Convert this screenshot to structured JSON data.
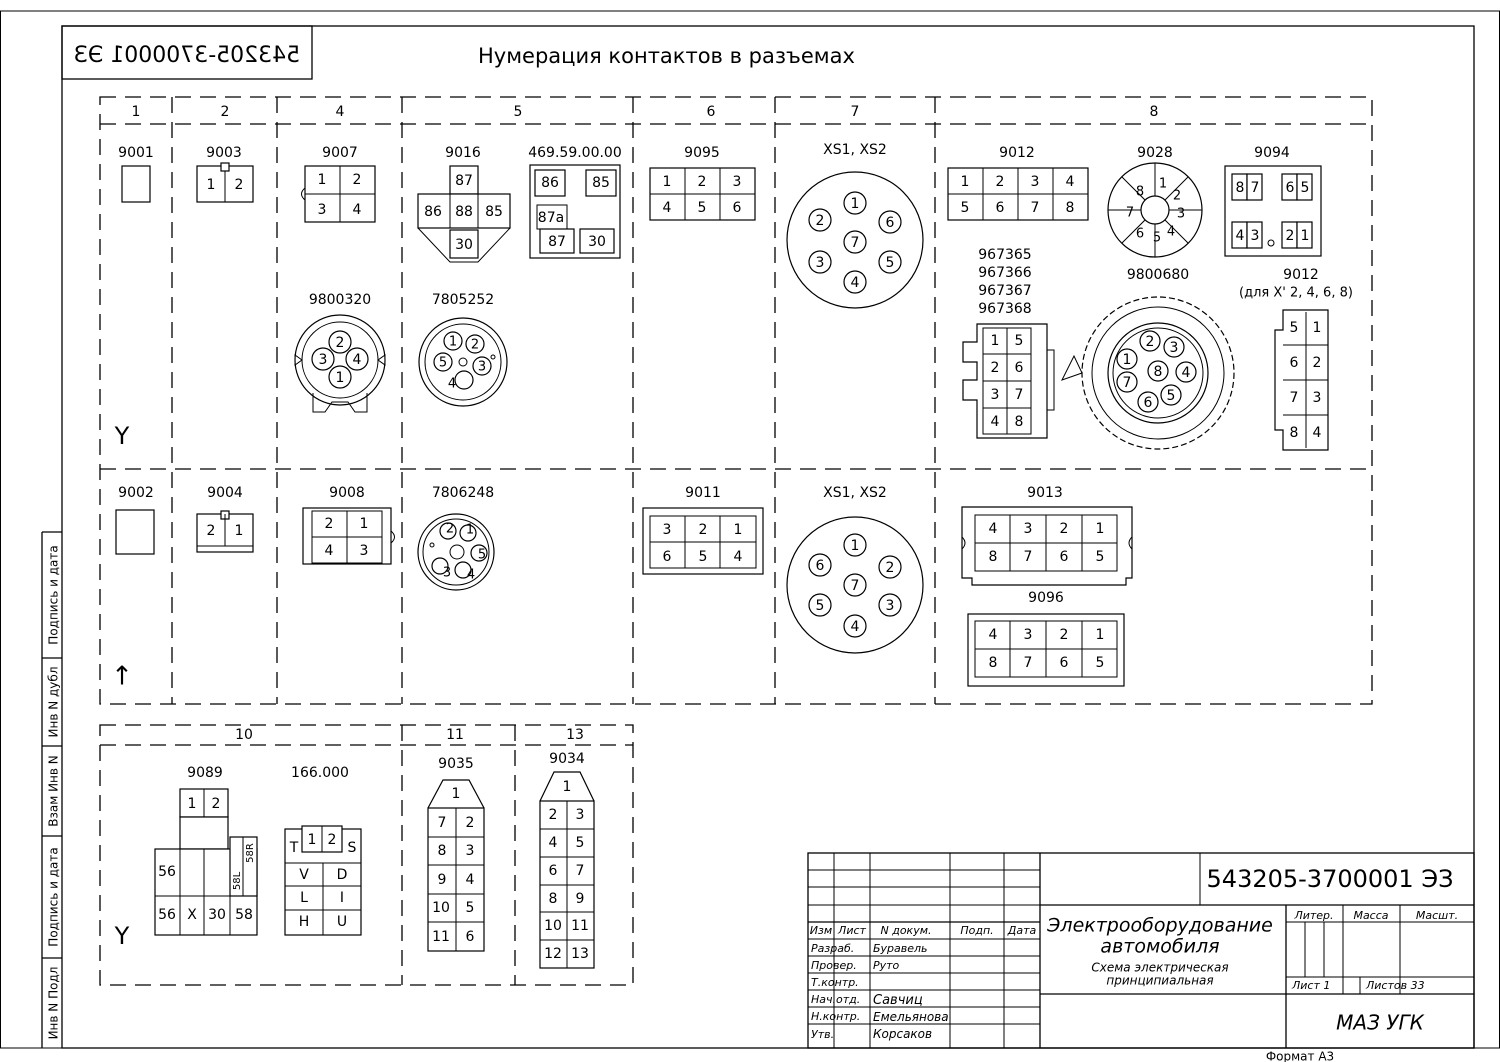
{
  "header": {
    "code_mirrored": "543205-3700001 ЭЗ",
    "title": "Нумерация контактов в разъемах"
  },
  "columns_top": [
    "1",
    "2",
    "4",
    "5",
    "6",
    "7",
    "8"
  ],
  "columns_bottom": [
    "10",
    "11",
    "13"
  ],
  "connectors": {
    "c9001": "9001",
    "c9003": "9003",
    "c9007": "9007",
    "c9016": "9016",
    "c469": "469.59.00.00",
    "c9095": "9095",
    "cXS_top": "XS1, XS2",
    "c9012": "9012",
    "c9028": "9028",
    "c9094": "9094",
    "c967": [
      "967365",
      "967366",
      "967367",
      "967368"
    ],
    "c9800680": "9800680",
    "c9012b": "9012",
    "c9012b_note": "(для X' 2, 4, 6, 8)",
    "c9800320": "9800320",
    "c7805252": "7805252",
    "c9002": "9002",
    "c9004": "9004",
    "c9008": "9008",
    "c7806248": "7806248",
    "c9011": "9011",
    "cXS_bot": "XS1, XS2",
    "c9013": "9013",
    "c9096": "9096",
    "c9089": "9089",
    "c166": "166.000",
    "c9035": "9035",
    "c9034": "9034"
  },
  "pins": {
    "p9003": [
      "1",
      "2"
    ],
    "p9007": [
      "1",
      "2",
      "3",
      "4"
    ],
    "p9016": [
      "87",
      "86",
      "88",
      "85",
      "30"
    ],
    "p469": [
      "86",
      "85",
      "87a",
      "87",
      "30"
    ],
    "p9095": [
      "1",
      "2",
      "3",
      "4",
      "5",
      "6"
    ],
    "pXS_top": [
      "1",
      "2",
      "6",
      "7",
      "3",
      "5",
      "4"
    ],
    "p9012": [
      "1",
      "2",
      "3",
      "4",
      "5",
      "6",
      "7",
      "8"
    ],
    "p9028": [
      "1",
      "2",
      "3",
      "4",
      "5",
      "6",
      "7",
      "8"
    ],
    "p9094": [
      "8",
      "7",
      "6",
      "5",
      "4",
      "3",
      "2",
      "1"
    ],
    "p967": [
      "1",
      "5",
      "2",
      "6",
      "3",
      "7",
      "4",
      "8"
    ],
    "p9800680": [
      "1",
      "2",
      "3",
      "4",
      "5",
      "6",
      "7",
      "8"
    ],
    "p9012b": [
      "5",
      "1",
      "6",
      "2",
      "7",
      "3",
      "8",
      "4"
    ],
    "p9800320": [
      "1",
      "2",
      "3",
      "4"
    ],
    "p7805252": [
      "1",
      "2",
      "3",
      "4",
      "5"
    ],
    "p9004": [
      "2",
      "1"
    ],
    "p9008": [
      "2",
      "1",
      "4",
      "3"
    ],
    "p7806248": [
      "1",
      "2",
      "3",
      "4",
      "5"
    ],
    "p9011": [
      "3",
      "2",
      "1",
      "6",
      "5",
      "4"
    ],
    "pXS_bot": [
      "1",
      "6",
      "2",
      "7",
      "5",
      "3",
      "4"
    ],
    "p9013": [
      "4",
      "3",
      "2",
      "1",
      "8",
      "7",
      "6",
      "5"
    ],
    "p9096": [
      "4",
      "3",
      "2",
      "1",
      "8",
      "7",
      "6",
      "5"
    ],
    "p9089": [
      "1",
      "2",
      "56",
      "56",
      "X",
      "30",
      "58",
      "58L",
      "58R"
    ],
    "p166": [
      "T",
      "1",
      "2",
      "S",
      "V",
      "D",
      "L",
      "I",
      "H",
      "U"
    ],
    "p9035": [
      "1",
      "7",
      "2",
      "8",
      "3",
      "9",
      "4",
      "10",
      "5",
      "11",
      "6"
    ],
    "p9034": [
      "1",
      "2",
      "3",
      "4",
      "5",
      "6",
      "7",
      "8",
      "9",
      "10",
      "11",
      "12",
      "13"
    ]
  },
  "symbols": {
    "y_top": "Y",
    "arrow": "↑",
    "y_bottom": "Y"
  },
  "side_stamp": [
    "Инв N Подл",
    "Подпись и дата",
    "Взам Инв N",
    "Инв N дубл",
    "Подпись и дата"
  ],
  "title_block": {
    "doc_code": "543205-3700001 ЭЗ",
    "name_line1": "Электрооборудование",
    "name_line2": "автомобиля",
    "type_line1": "Схема электрическая",
    "type_line2": "принципиальная",
    "hdr": [
      "Изм",
      "Лист",
      "N докум.",
      "Подп.",
      "Дата"
    ],
    "roles": [
      "Разраб.",
      "Провер.",
      "Т.контр.",
      "Нач.отд.",
      "Н.контр.",
      "Утв."
    ],
    "names": [
      "Буравель",
      "Руто",
      "",
      "Савчиц",
      "Емельянова",
      "Корсаков"
    ],
    "liter": "Литер.",
    "mass": "Масса",
    "scale": "Масшт.",
    "sheet": "Лист  1",
    "sheets": "Листов  33",
    "org": "МАЗ УГК"
  },
  "format": "Формат А3"
}
